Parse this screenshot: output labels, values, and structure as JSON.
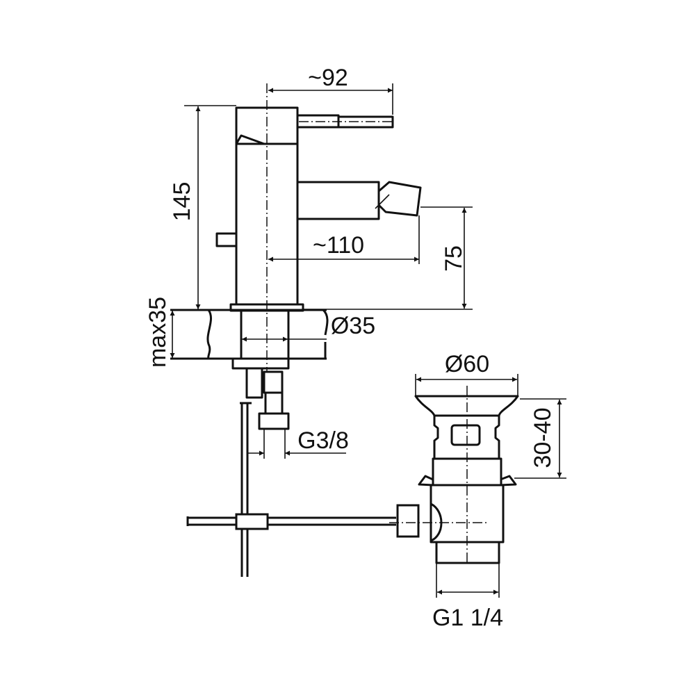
{
  "drawing": {
    "dimensions": {
      "lever_reach": "~92",
      "height": "145",
      "spout_reach": "~110",
      "spout_height": "75",
      "max_deck": "max35",
      "hole_diameter": "Ø35",
      "inlet_thread": "G3/8",
      "waste_diameter": "Ø60",
      "waste_range": "30-40",
      "waste_thread": "G1 1/4"
    },
    "colors": {
      "line": "#111111",
      "background": "#ffffff"
    }
  }
}
